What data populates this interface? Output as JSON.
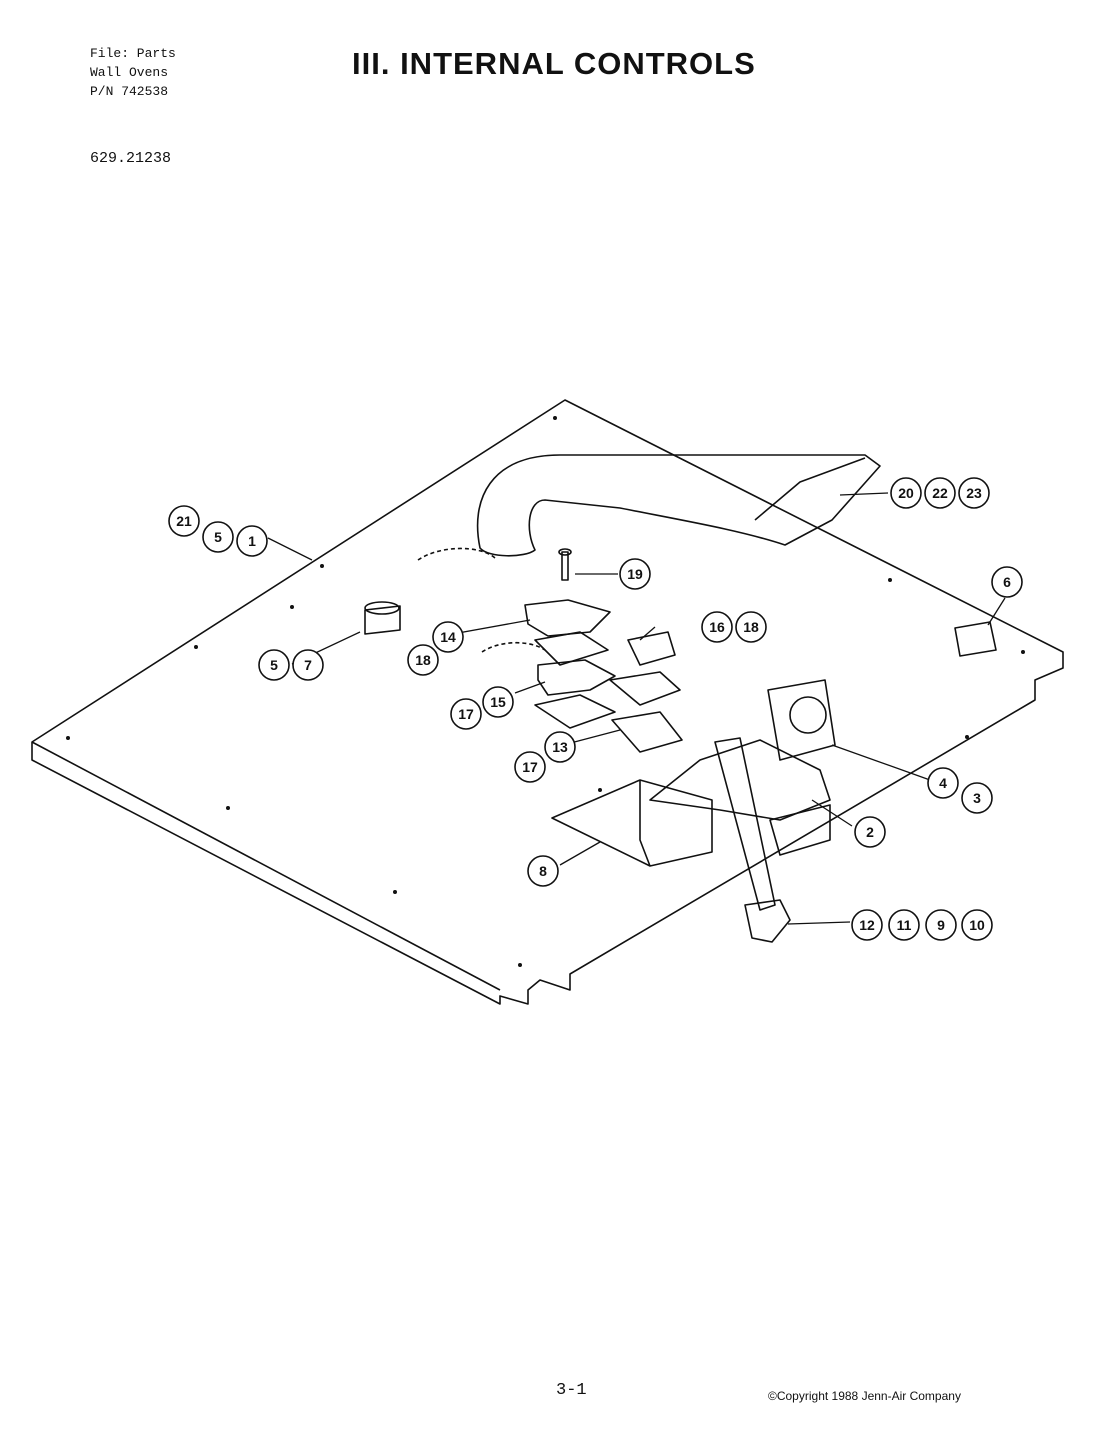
{
  "header": {
    "file_line": "File: Parts",
    "product_line": "Wall Ovens",
    "part_number_line": "P/N 742538",
    "model_number": "629.21238"
  },
  "title": "III. INTERNAL CONTROLS",
  "footer": {
    "page_number": "3-1",
    "copyright": "©Copyright 1988 Jenn-Air Company"
  },
  "callouts": [
    {
      "id": "c21",
      "labels": [
        "21"
      ]
    },
    {
      "id": "c5-1",
      "labels": [
        "5",
        "1"
      ]
    },
    {
      "id": "c19",
      "labels": [
        "19"
      ]
    },
    {
      "id": "c20-22-23",
      "labels": [
        "20",
        "22",
        "23"
      ]
    },
    {
      "id": "c6",
      "labels": [
        "6"
      ]
    },
    {
      "id": "c14",
      "labels": [
        "14"
      ]
    },
    {
      "id": "c18a",
      "labels": [
        "18"
      ]
    },
    {
      "id": "c16-18",
      "labels": [
        "16",
        "18"
      ]
    },
    {
      "id": "c5-7",
      "labels": [
        "5",
        "7"
      ]
    },
    {
      "id": "c17-15",
      "labels": [
        "17",
        "15"
      ]
    },
    {
      "id": "c17-13",
      "labels": [
        "17",
        "13"
      ]
    },
    {
      "id": "c4-3",
      "labels": [
        "4",
        "3"
      ]
    },
    {
      "id": "c2",
      "labels": [
        "2"
      ]
    },
    {
      "id": "c8",
      "labels": [
        "8"
      ]
    },
    {
      "id": "c12-11-9-10",
      "labels": [
        "12",
        "11",
        "9",
        "10"
      ]
    }
  ]
}
